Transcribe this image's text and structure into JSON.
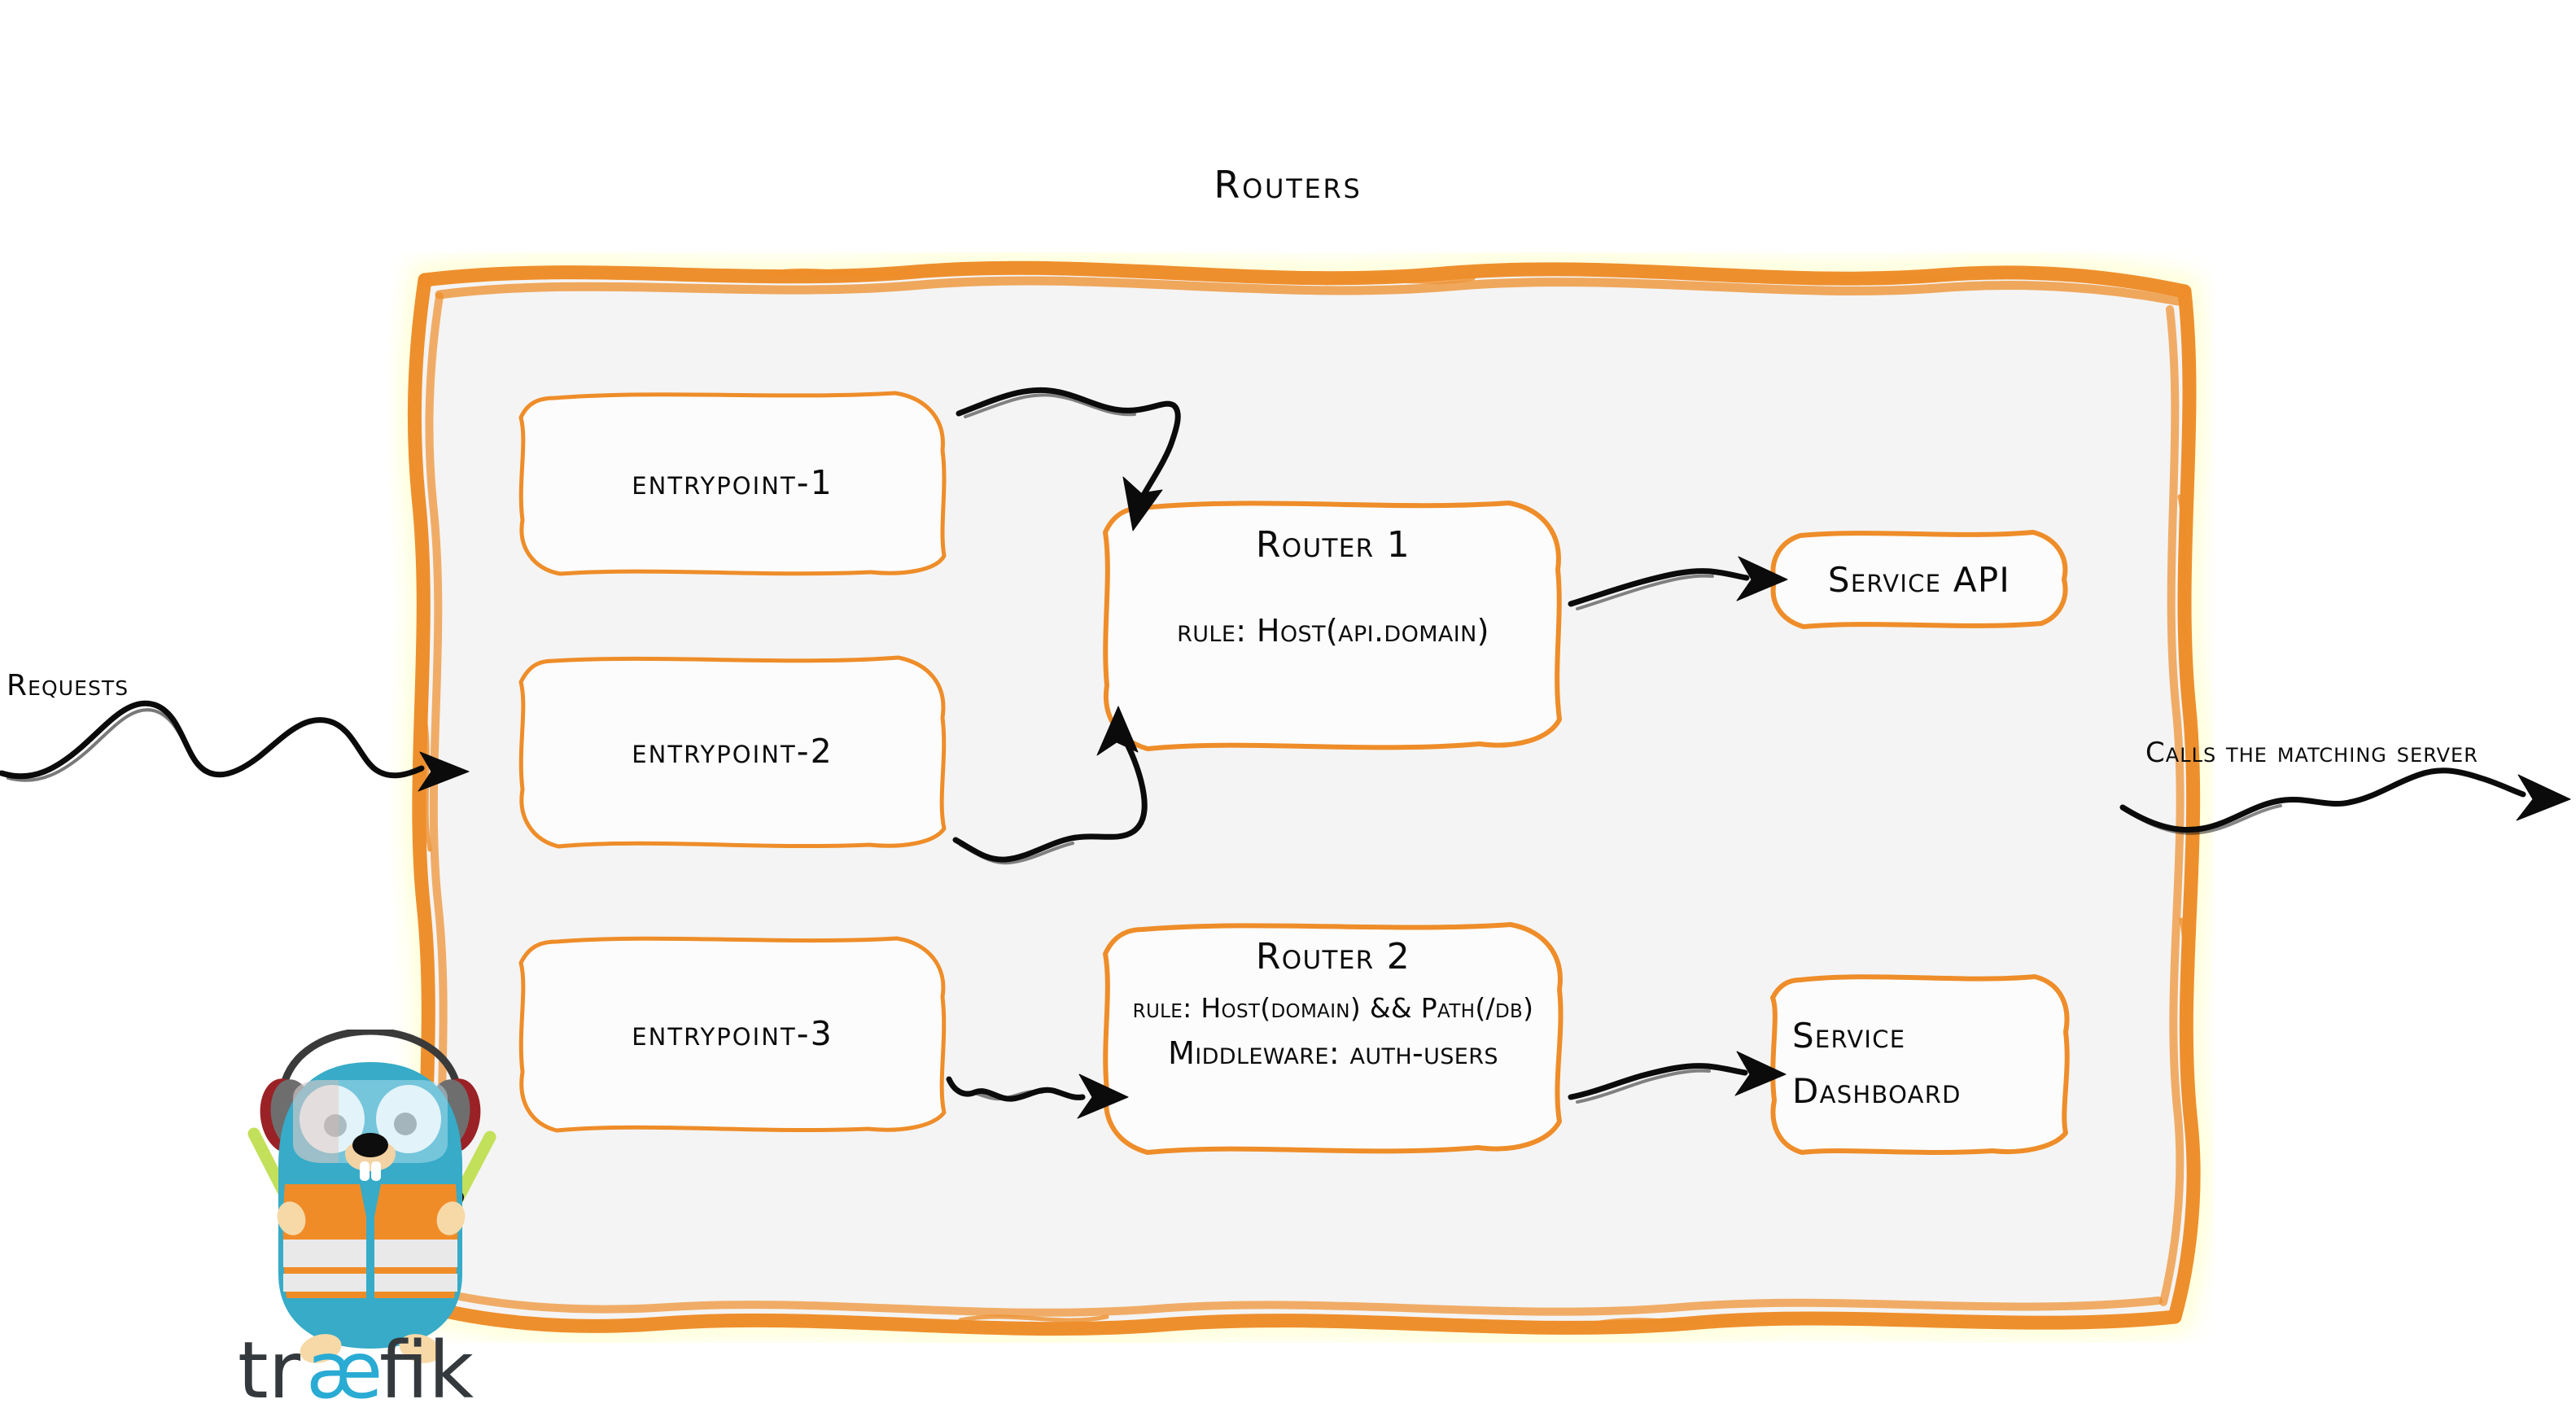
{
  "diagram": {
    "title": "Routers",
    "accent_color": "#EE8D29",
    "panel_fill": "#F4F4F4",
    "ink_color": "#0B0B0B",
    "box_fill": "#FCFCFC"
  },
  "entrypoints": [
    {
      "label": "entrypoint-1"
    },
    {
      "label": "entrypoint-2"
    },
    {
      "label": "entrypoint-3"
    }
  ],
  "routers": [
    {
      "name": "Router 1",
      "lines": [
        {
          "text": "rule: Host(api.domain)",
          "size": "lg"
        }
      ]
    },
    {
      "name": "Router 2",
      "lines": [
        {
          "text": "rule: Host(domain) && Path(/db)",
          "size": "sm"
        },
        {
          "text": "Middleware: auth-users",
          "size": "lg"
        }
      ]
    }
  ],
  "services": [
    {
      "line1": "Service API",
      "line2": ""
    },
    {
      "line1": "Service",
      "line2": "Dashboard"
    }
  ],
  "annotations": {
    "incoming": "Requests",
    "outgoing": "Calls the matching server"
  },
  "brand": {
    "wordmark_prefix": "tr",
    "wordmark_ligature": "æ",
    "wordmark_suffix": "fik",
    "body_color": "#37ABC8",
    "vest_color": "#F08C28",
    "wordmark_color": "#34393D",
    "wordmark_accent": "#29ABD3"
  }
}
